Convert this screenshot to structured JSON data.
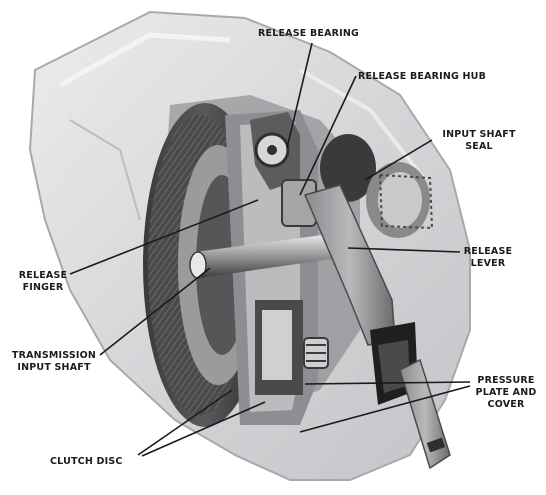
{
  "labels": {
    "release_bearing": "RELEASE BEARING",
    "release_bearing_hub": "RELEASE BEARING HUB",
    "input_shaft_seal": "INPUT SHAFT\nSEAL",
    "release_lever": "RELEASE\nLEVER",
    "release_finger": "RELEASE\nFINGER",
    "transmission_input_shaft": "TRANSMISSION\nINPUT SHAFT",
    "pressure_plate_and_cover": "PRESSURE\nPLATE AND\nCOVER",
    "clutch_disc": "CLUTCH DISC"
  },
  "colors": {
    "label_text": "#1c1c1c",
    "leader_line": "#1a1a1a",
    "housing": "#d9d9dc",
    "metal_dark": "#2b2b2b",
    "metal_mid": "#6f6f72",
    "metal_light": "#bdbdc0"
  }
}
